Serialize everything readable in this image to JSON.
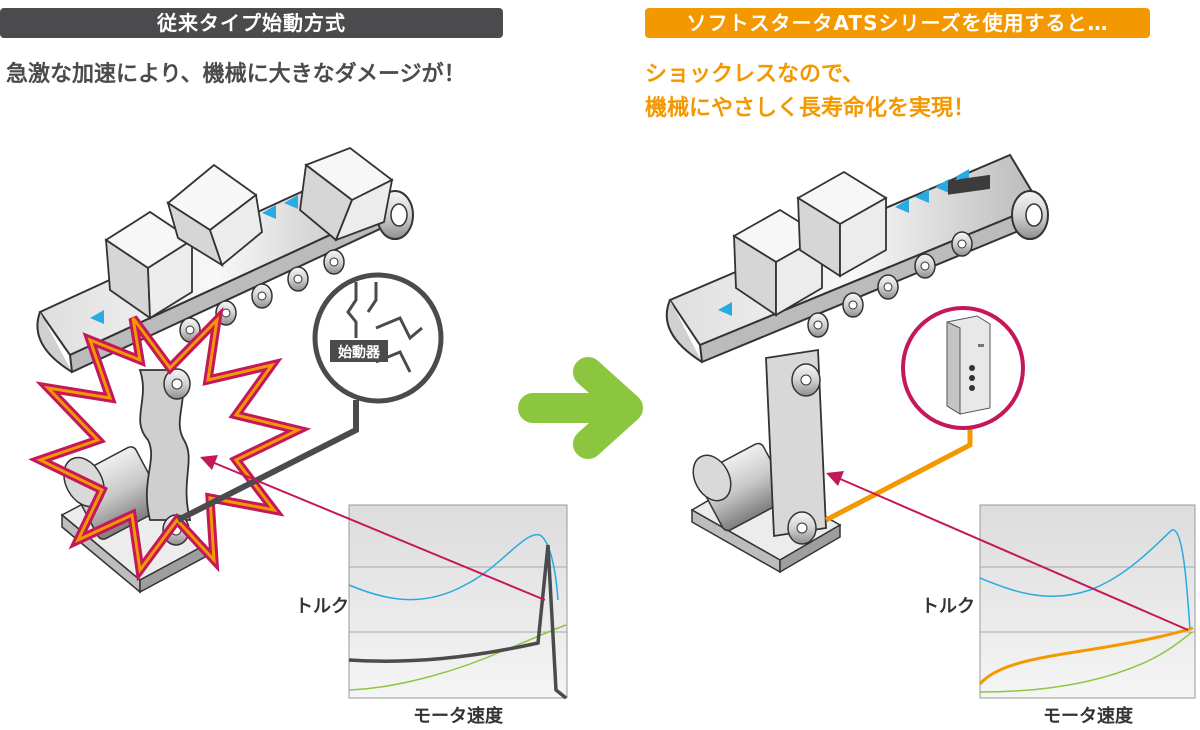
{
  "left": {
    "badge": "従来タイプ始動方式",
    "caption": "急激な加速により、機械に大きなダメージが！",
    "starter_label": "始動器",
    "chart_ylabel": "トルク",
    "chart_xlabel": "モータ速度"
  },
  "right": {
    "badge": "ソフトスタータATSシリーズを使用すると…",
    "caption_line1": "ショックレスなので、",
    "caption_line2": "機械にやさしく長寿命化を実現！",
    "chart_ylabel": "トルク",
    "chart_xlabel": "モータ速度"
  },
  "colors": {
    "left_accent": "#4b4b4d",
    "right_accent": "#f39800",
    "arrow": "#8cc63f",
    "pointer": "#c4185b",
    "torque_curve": "#29abe2",
    "load_curve": "#8cc63f"
  }
}
